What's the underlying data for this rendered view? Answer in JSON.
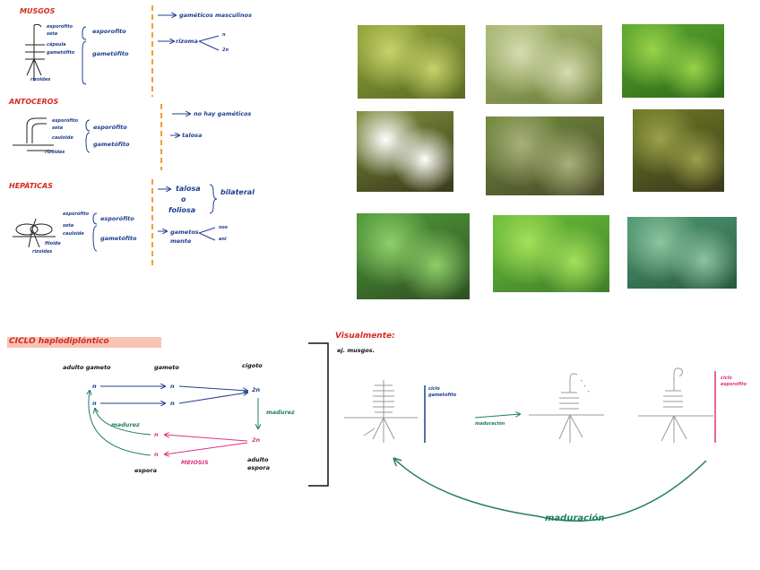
{
  "top": {
    "musgos": {
      "title": "MUSGOS",
      "labels": [
        "esporófito",
        "seta",
        "cápsula",
        "gametófito",
        "rizoides"
      ],
      "gen_esporofito": "esporofito",
      "gen_gametofito": "gametófito",
      "note_1": "gaméticos masculinos",
      "note_2": "rizoma",
      "branch_a": "n",
      "branch_b": "2n"
    },
    "antoceros": {
      "title": "ANTOCEROS",
      "labels": [
        "esporófito",
        "seta",
        "cauloide",
        "rizoides"
      ],
      "gen_esporofito": "esporófito",
      "gen_gametofito": "gametófito",
      "note_1": "no hay gaméticos",
      "note_2": "talosa"
    },
    "hepaticas": {
      "title": "HEPÁTICAS",
      "labels": [
        "esporófito",
        "seta",
        "cauloide",
        "filoide",
        "rizoides"
      ],
      "gen_esporofito": "esporófito",
      "gen_gametofito": "gametófito",
      "note_1a": "talosa",
      "note_1b": "o",
      "note_1c": "foliosa",
      "brace_note": "bilateral",
      "note_2a": "gametos",
      "note_2b": "mente",
      "branch_a": "oos",
      "branch_b": "ani"
    }
  },
  "photos": [
    {
      "name": "moss-photo-1",
      "colors": [
        "#c8d26a",
        "#8fa43a",
        "#5b6a24"
      ]
    },
    {
      "name": "moss-photo-2",
      "colors": [
        "#d6dcb1",
        "#a7b870",
        "#6f7f3c"
      ]
    },
    {
      "name": "moss-photo-3",
      "colors": [
        "#9ad24a",
        "#5ca82e",
        "#2f6a1a"
      ]
    },
    {
      "name": "hornwort-photo-1",
      "colors": [
        "#ffffff",
        "#7e8f3c",
        "#3a3a1a"
      ]
    },
    {
      "name": "hornwort-photo-2",
      "colors": [
        "#a9b07a",
        "#6f8b3a",
        "#4b4a2c"
      ]
    },
    {
      "name": "hornwort-photo-3",
      "colors": [
        "#9aa04a",
        "#6c7a24",
        "#3b3a1c"
      ]
    },
    {
      "name": "liverwort-photo-1",
      "colors": [
        "#8fcf6a",
        "#4f9a3a",
        "#2f4f22"
      ]
    },
    {
      "name": "liverwort-photo-2",
      "colors": [
        "#a6e05a",
        "#6bbf3a",
        "#3f7f2a"
      ]
    },
    {
      "name": "liverwort-photo-3",
      "colors": [
        "#8cc49e",
        "#4f9a72",
        "#2a5a42"
      ]
    }
  ],
  "ciclo": {
    "title": "CICLO haplodiplóntico",
    "col_headers": [
      "adulto gameto",
      "gameto",
      "cigoto"
    ],
    "n_labels": [
      "n",
      "n",
      "n",
      "n"
    ],
    "zygote": "2n",
    "adult_sporophyte": "2n",
    "spore_n": [
      "n",
      "n"
    ],
    "maduracion_1": "madurez",
    "maduracion_2": "madurez",
    "meiosis": "MEIOSIS",
    "espora": "espora",
    "adulto_espora": "adulto espora"
  },
  "visual": {
    "title": "Visualmente:",
    "subtitle": "ej. musgos.",
    "ciclo_gametofito": "ciclo gametofito",
    "ciclo_esporofito": "ciclo esporofito",
    "maduracion_small": "maduración",
    "maduracion_big": "maduración"
  },
  "colors": {
    "red": "#d62a1e",
    "blue": "#1f3f8f",
    "green": "#1f7f5c",
    "pink": "#e0307f",
    "orange": "#f0a030"
  }
}
